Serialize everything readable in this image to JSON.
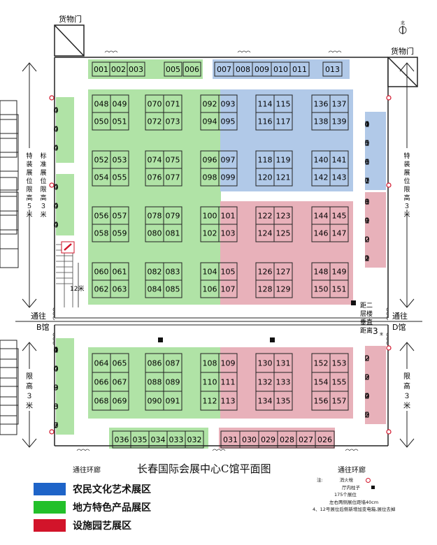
{
  "title": "长春国际会展中心C馆平面图",
  "labels": {
    "cargo_door": "货物门",
    "north": "北",
    "left_upper": "特装展位限高５米",
    "left_upper_inner": "标准展位限高３米",
    "right_upper": "特装展位限高３米",
    "left_lower": "限高３米",
    "right_lower": "限高３米",
    "to_b_top": "通往",
    "to_b_bottom": "B馆",
    "to_d_top": "通往",
    "to_d_bottom": "D馆",
    "twelve_m": "12米",
    "pillar_note": "距二层楼垂直距离3",
    "pillar_note_small": "米",
    "corridor_left": "通往环廊",
    "corridor_right": "通往环廊"
  },
  "notes": {
    "prefix": "注:",
    "hydrant": "消火栓",
    "pillar": "厅内柱子",
    "count": "175个展位",
    "line2": "左右两侧展位距墙40cm",
    "line3": "4、12号展位后侧新增加变电箱,展位去掉"
  },
  "legend": [
    {
      "label": "农民文化艺术展区",
      "color": "#1e64c8"
    },
    {
      "label": "地方特色产品展区",
      "color": "#22c02a"
    },
    {
      "label": "设施园艺展区",
      "color": "#d2142a"
    }
  ],
  "zone_colors": {
    "blue": "#b1c9e8",
    "green": "#b0e3a6",
    "red": "#e8b1ba"
  },
  "booths": {
    "top_left": [
      "001",
      "002",
      "003",
      "005",
      "006"
    ],
    "top_right": [
      "007",
      "008",
      "009",
      "010",
      "011",
      "013"
    ],
    "right_blue": [
      "014",
      "015",
      "016",
      "017"
    ],
    "right_red_upper": [
      "018",
      "019",
      "020",
      "021"
    ],
    "right_red_lower": [
      "022",
      "023",
      "024",
      "025"
    ],
    "left_green_upper": [
      "047",
      "046",
      "045"
    ],
    "left_green_mid": [
      "044",
      "043",
      "042"
    ],
    "left_green_lower": [
      "041",
      "040",
      "039",
      "038",
      "037"
    ],
    "bottom_green": [
      "036",
      "035",
      "034",
      "033",
      "032"
    ],
    "bottom_red": [
      "031",
      "030",
      "029",
      "028",
      "027",
      "026"
    ],
    "upper_blocks": [
      [
        "048",
        "049",
        "050",
        "051"
      ],
      [
        "070",
        "071",
        "072",
        "073"
      ],
      [
        "092",
        "093",
        "094",
        "095"
      ],
      [
        "114",
        "115",
        "116",
        "117"
      ],
      [
        "136",
        "137",
        "138",
        "139"
      ],
      [
        "052",
        "053",
        "054",
        "055"
      ],
      [
        "074",
        "075",
        "076",
        "077"
      ],
      [
        "096",
        "097",
        "098",
        "099"
      ],
      [
        "118",
        "119",
        "120",
        "121"
      ],
      [
        "140",
        "141",
        "142",
        "143"
      ],
      [
        "056",
        "057",
        "058",
        "059"
      ],
      [
        "078",
        "079",
        "080",
        "081"
      ],
      [
        "100",
        "101",
        "102",
        "103"
      ],
      [
        "122",
        "123",
        "124",
        "125"
      ],
      [
        "144",
        "145",
        "146",
        "147"
      ],
      [
        "060",
        "061",
        "062",
        "063"
      ],
      [
        "082",
        "083",
        "084",
        "085"
      ],
      [
        "104",
        "105",
        "106",
        "107"
      ],
      [
        "126",
        "127",
        "128",
        "129"
      ],
      [
        "148",
        "149",
        "150",
        "151"
      ]
    ],
    "lower_blocks": [
      [
        "064",
        "065",
        "066",
        "067",
        "068",
        "069"
      ],
      [
        "086",
        "087",
        "088",
        "089",
        "090",
        "091"
      ],
      [
        "108",
        "109",
        "110",
        "111",
        "112",
        "113"
      ],
      [
        "130",
        "131",
        "132",
        "133",
        "134",
        "135"
      ],
      [
        "152",
        "153",
        "154",
        "155",
        "156",
        "157"
      ]
    ]
  }
}
